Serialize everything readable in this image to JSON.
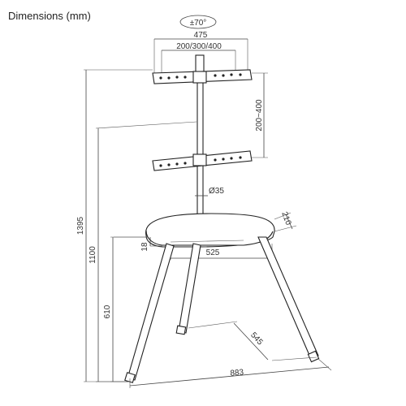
{
  "title": "Dimensions (mm)",
  "labels": {
    "tilt": "±70°",
    "bracket_width": "475",
    "vesa": "200/300/400",
    "height_adjust": "200~400",
    "pole_diameter": "Ø35",
    "shelf_depth": "210",
    "shelf_thickness": "18",
    "shelf_width": "525",
    "total_height": "1395",
    "shelf_height": "1100",
    "leg_height": "610",
    "rear_leg_depth": "545",
    "base_width": "883"
  }
}
